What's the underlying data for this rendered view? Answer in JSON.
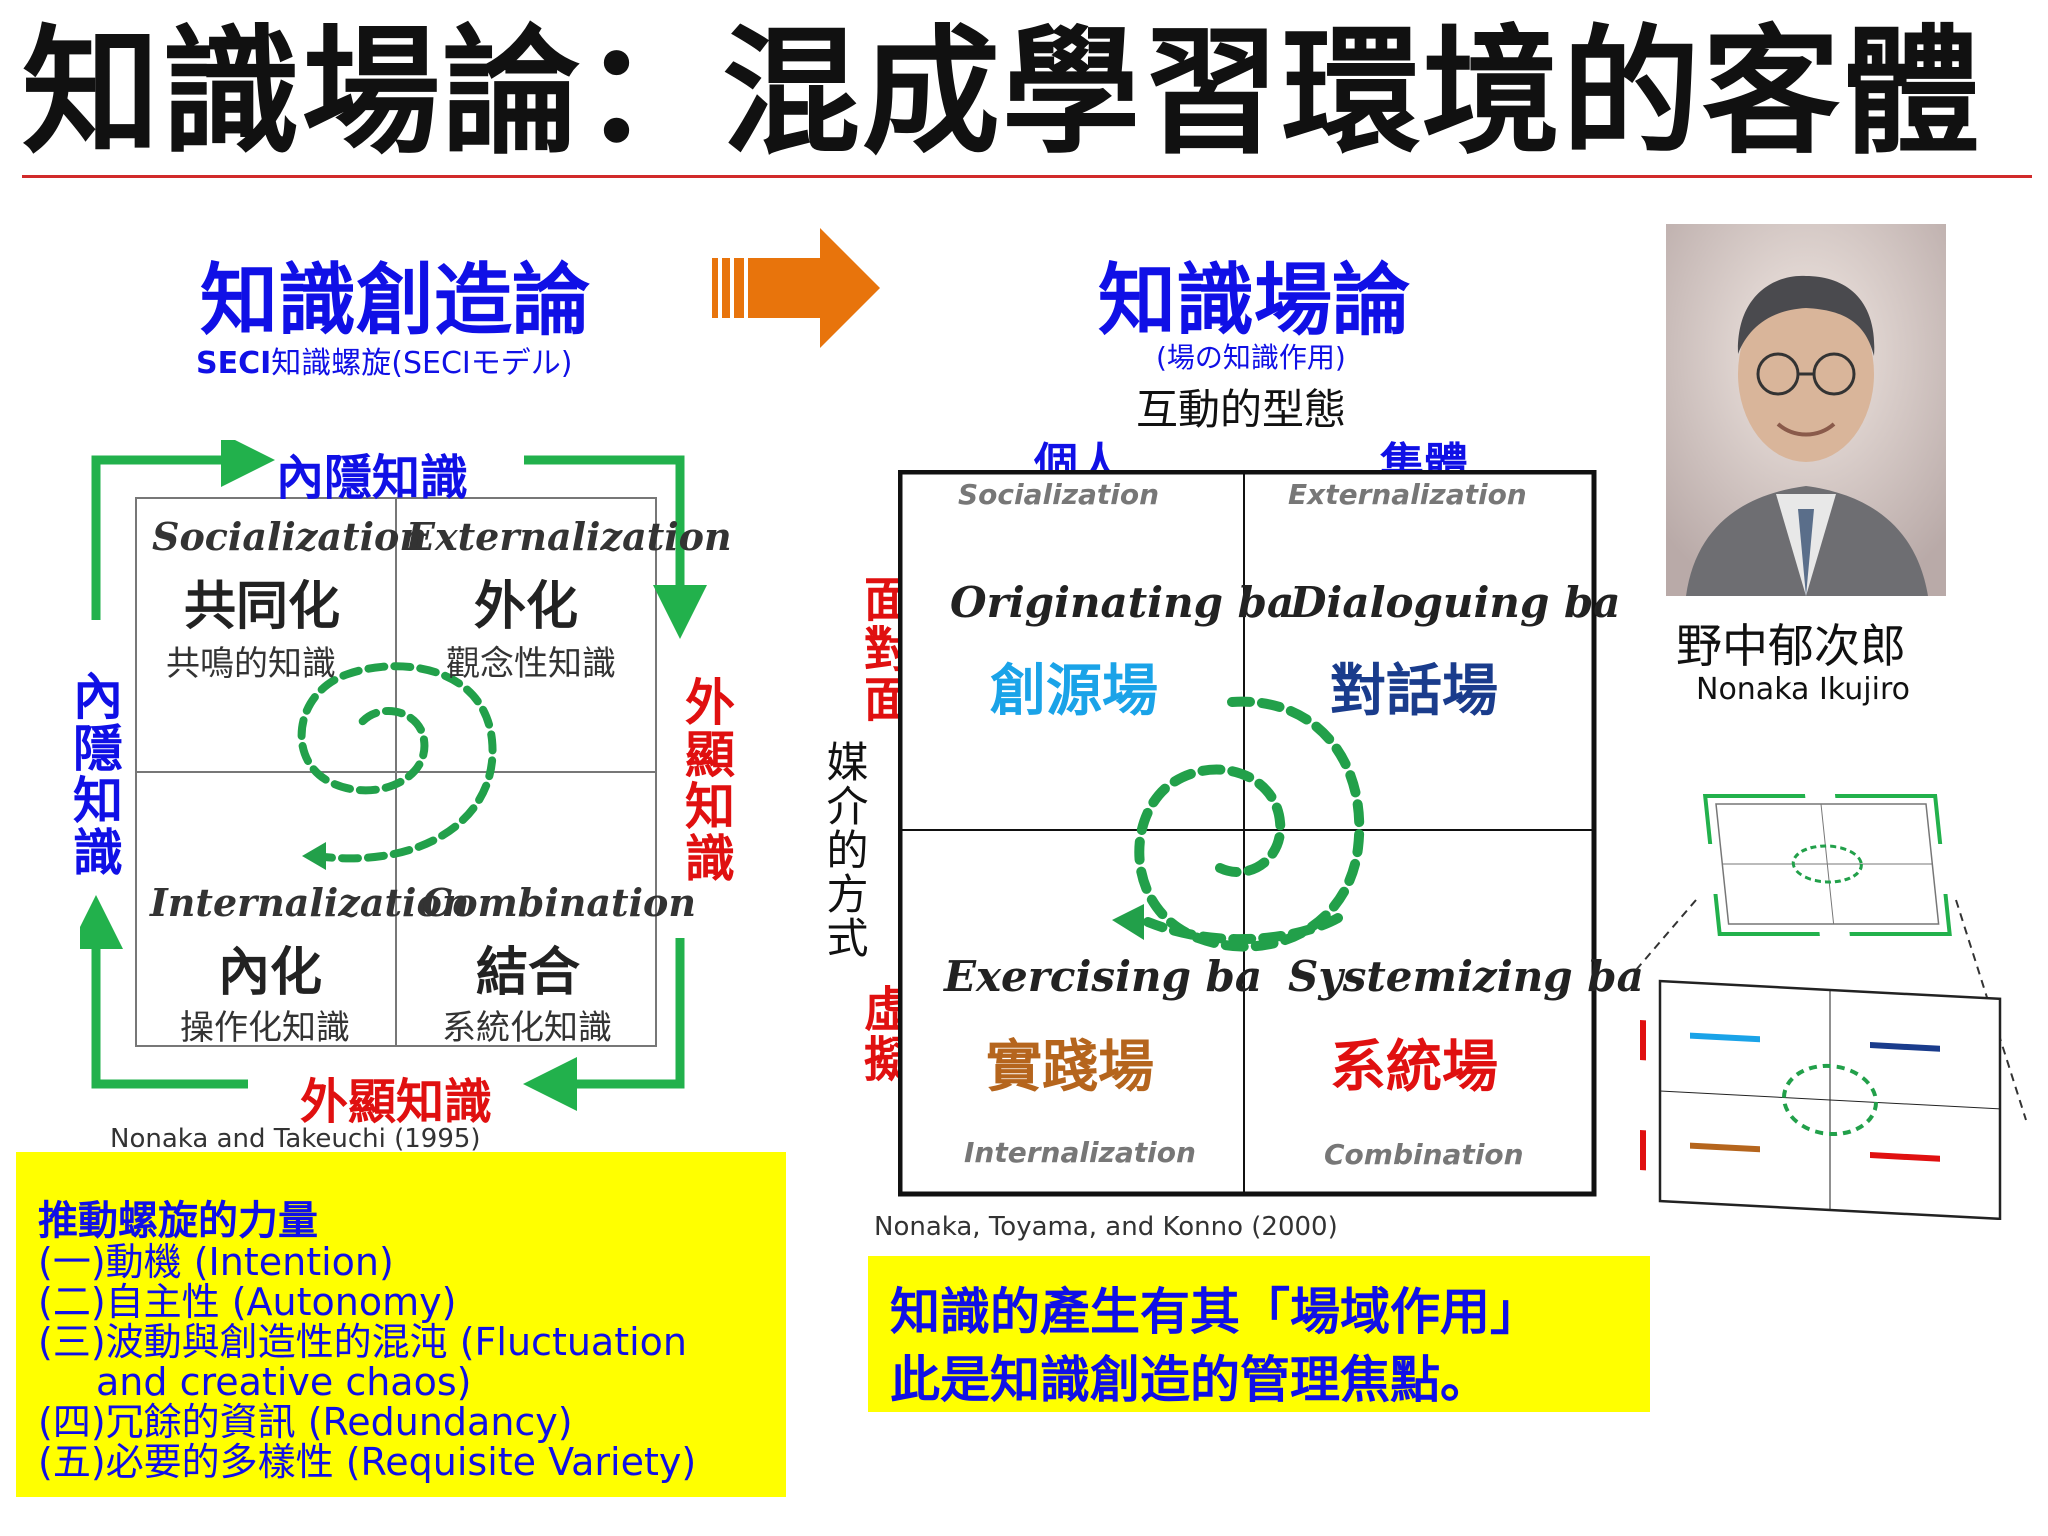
{
  "title": "知識場論：混成學習環境的客體",
  "seci": {
    "heading": "知識創造論",
    "subtitle_bold": "SECI",
    "subtitle_rest": "知識螺旋(SECIモデル)",
    "top_label": "內隱知識",
    "bottom_label": "外顯知識",
    "left_label": "內隱知識",
    "right_label": "外顯知識",
    "quadrants": [
      {
        "en": "Socialization",
        "zh": "共同化",
        "sub": "共鳴的知識"
      },
      {
        "en": "Externalization",
        "zh": "外化",
        "sub": "觀念性知識"
      },
      {
        "en": "Internalization",
        "zh": "內化",
        "sub": "操作化知識"
      },
      {
        "en": "Combination",
        "zh": "結合",
        "sub": "系統化知識"
      }
    ],
    "citation": "Nonaka and Takeuchi (1995)",
    "colors": {
      "arrow": "#22b14c",
      "border": "#777777"
    }
  },
  "ba": {
    "heading": "知識場論",
    "subtitle": "(場の知識作用)",
    "top_axis": "互動的型態",
    "col_individual": "個人",
    "col_collective": "集體",
    "row_face": "面對面",
    "row_virtual": "虛擬",
    "left_axis": "媒介的方式",
    "quadrants": [
      {
        "mode": "Socialization",
        "en": "Originating ba",
        "zh": "創源場",
        "color": "#1aa3e8"
      },
      {
        "mode": "Externalization",
        "en": "Dialoguing ba",
        "zh": "對話場",
        "color": "#1a3c8c"
      },
      {
        "mode": "Internalization",
        "en": "Exercising ba",
        "zh": "實踐場",
        "color": "#b5651d"
      },
      {
        "mode": "Combination",
        "en": "Systemizing ba",
        "zh": "系統場",
        "color": "#e01010"
      }
    ],
    "citation": "Nonaka, Toyama, and Konno (2000)"
  },
  "portrait": {
    "name_zh": "野中郁次郎",
    "name_en": "Nonaka Ikujiro"
  },
  "forces": {
    "heading": "推動螺旋的力量",
    "items": [
      "(一)動機 (Intention)",
      "(二)自主性 (Autonomy)",
      "(三)波動與創造性的混沌 (Fluctuation",
      "      and creative chaos)",
      "(四)冗餘的資訊 (Redundancy)",
      "(五)必要的多樣性 (Requisite Variety)"
    ]
  },
  "focus": {
    "line1": "知識的產生有其「場域作用」",
    "line2": "此是知識創造的管理焦點。"
  },
  "colors": {
    "title_rule": "#d12a2a",
    "highlight": "#ffff00",
    "arrow_orange": "#e8740c"
  }
}
